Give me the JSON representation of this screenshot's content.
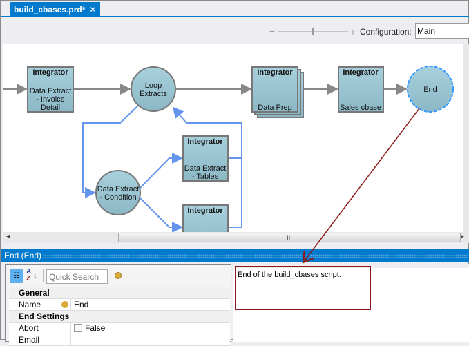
{
  "tab": {
    "title": "build_cbases.prd*",
    "close": "✕"
  },
  "toolbar": {
    "zoom_minus": "−",
    "zoom_plus": "+",
    "zoom_level_fraction": 0.5,
    "config_label": "Configuration:",
    "config_value": "Main"
  },
  "diagram": {
    "nodes": [
      {
        "type": "Integrator",
        "title": "Integrator",
        "lines": [
          "Data Extract",
          "- Invoice",
          "Detail"
        ]
      },
      {
        "type": "loop",
        "lines": [
          "Loop",
          "Extracts"
        ]
      },
      {
        "type": "Integrator",
        "title": "Integrator",
        "lines": [
          "Data Prep"
        ]
      },
      {
        "type": "Integrator",
        "title": "Integrator",
        "lines": [
          "Sales cbase"
        ]
      },
      {
        "type": "end",
        "lines": [
          "End"
        ],
        "selected": true
      },
      {
        "type": "condition",
        "lines": [
          "Data Extract",
          "- Condition"
        ]
      },
      {
        "type": "Integrator",
        "title": "Integrator",
        "lines": [
          "Data Extract",
          "- Tables"
        ]
      },
      {
        "type": "Integrator",
        "title": "Integrator",
        "lines": []
      }
    ],
    "colors": {
      "node": "#9cc7d4",
      "flow": "#888888",
      "loop_flow": "#6495ed",
      "selected": "#3399ff",
      "callout": "#8b1a1a"
    }
  },
  "scrollbar": {
    "grip": "III",
    "left": "◂",
    "right": "▸"
  },
  "panel": {
    "title": "End (End)",
    "search_placeholder": "Quick Search",
    "categories": [
      {
        "name": "General",
        "rows": [
          {
            "key": "Name",
            "value": "End",
            "icon": "resource-icon"
          }
        ]
      },
      {
        "name": "End Settings",
        "rows": [
          {
            "key": "Abort",
            "value": "False",
            "checkbox": false
          },
          {
            "key": "Email",
            "value": ""
          }
        ]
      }
    ],
    "description": "End of the build_cbases script."
  }
}
